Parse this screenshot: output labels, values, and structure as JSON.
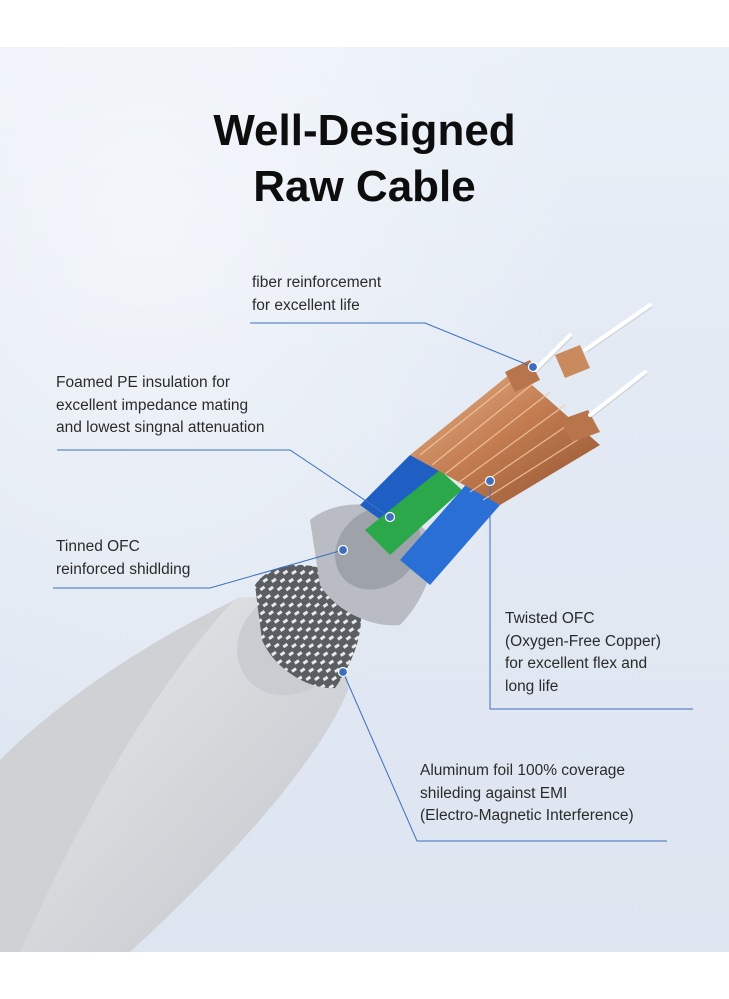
{
  "title": {
    "line1": "Well-Designed",
    "line2": "Raw Cable"
  },
  "callouts": {
    "fiber": {
      "line1": "fiber reinforcement",
      "line2": "for excellent life"
    },
    "foamed": {
      "line1": "Foamed PE insulation for",
      "line2": "excellent impedance mating",
      "line3": "and lowest singnal attenuation"
    },
    "tinned": {
      "line1": "Tinned OFC",
      "line2": "reinforced shidlding"
    },
    "twisted": {
      "line1": "Twisted OFC",
      "line2": "(Oxygen-Free Copper)",
      "line3": "for excellent flex and",
      "line4": "long life"
    },
    "aluminum": {
      "line1": "Aluminum foil 100% coverage",
      "line2": "shileding against EMI",
      "line3": "(Electro-Magnetic Interference)"
    }
  },
  "colors": {
    "background": "#e3eaf4",
    "leader_line": "#3d6fbf",
    "jacket": "#d8d9dd",
    "copper": "#c98a5e",
    "insulation_blue": "#1f5fc4",
    "insulation_green": "#2aa84a"
  }
}
